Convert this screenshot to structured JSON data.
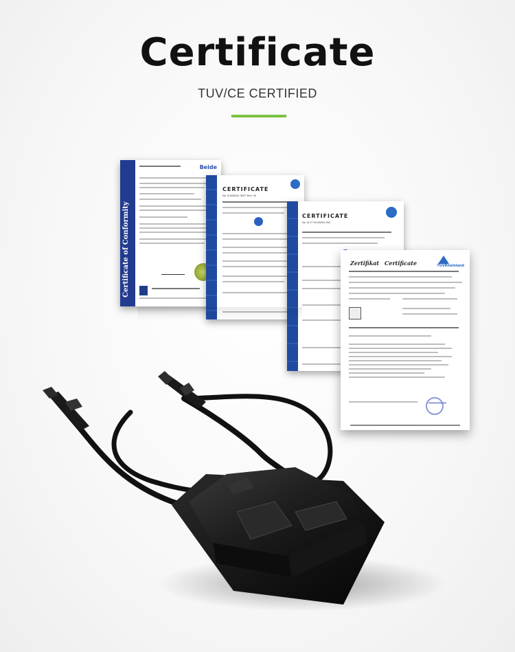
{
  "header": {
    "title": "Certificate",
    "subtitle": "TUV/CE CERTIFIED",
    "accent_color": "#7cc242"
  },
  "certificates": [
    {
      "name": "certificate-of-conformity",
      "side_label": "Certificate of Conformity",
      "brand": "Beide"
    },
    {
      "name": "tuv-certificate-1",
      "heading": "CERTIFICATE",
      "number": "No. B 890241 0007 Rev. 00"
    },
    {
      "name": "tuv-certificate-2",
      "heading": "CERTIFICATE",
      "number": "No. B 17 04 89241 001"
    },
    {
      "name": "zertifikat",
      "heading_de": "Zertifikat",
      "heading_en": "Certificate",
      "logo": "TÜVRheinland"
    }
  ],
  "product": {
    "name": "pv-junction-box",
    "cable_color": "#111111",
    "box_color": "#1a1a1a"
  }
}
